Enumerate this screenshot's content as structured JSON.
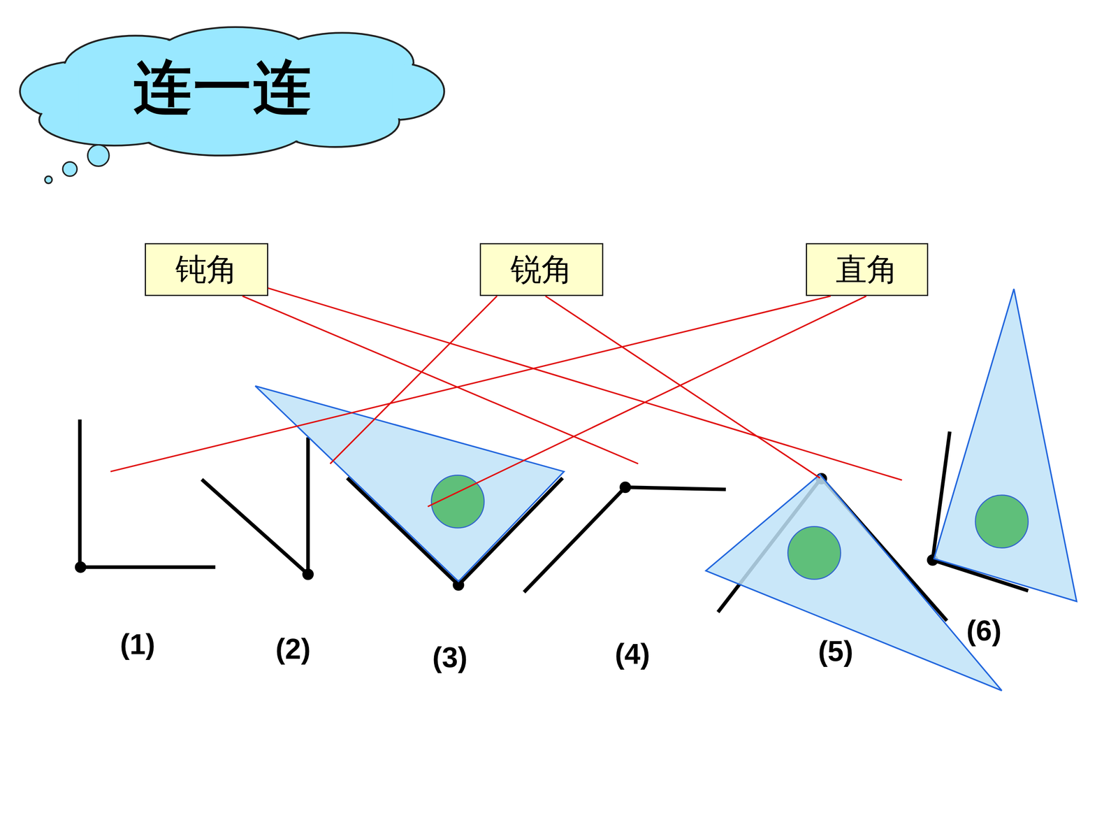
{
  "diagram": {
    "title": "连一连",
    "nodes": [
      {
        "text": [
          "钝角"
        ]
      },
      {
        "text": [
          "锐角"
        ]
      },
      {
        "text": [
          "直角"
        ]
      },
      {
        "text": [
          "(1)"
        ]
      },
      {
        "text": [
          "(2)"
        ]
      },
      {
        "text": [
          "(3)"
        ]
      },
      {
        "text": [
          "(4)"
        ]
      },
      {
        "text": [
          "(5)"
        ]
      },
      {
        "text": [
          "(6)"
        ]
      }
    ],
    "edges": [
      {
        "from": 0,
        "to": 6,
        "arrow": "none"
      },
      {
        "from": 0,
        "to": 8,
        "arrow": "none"
      },
      {
        "from": 1,
        "to": 4,
        "arrow": "none"
      },
      {
        "from": 1,
        "to": 7,
        "arrow": "none"
      },
      {
        "from": 2,
        "to": 3,
        "arrow": "none"
      },
      {
        "from": 2,
        "to": 5,
        "arrow": "none"
      }
    ]
  }
}
